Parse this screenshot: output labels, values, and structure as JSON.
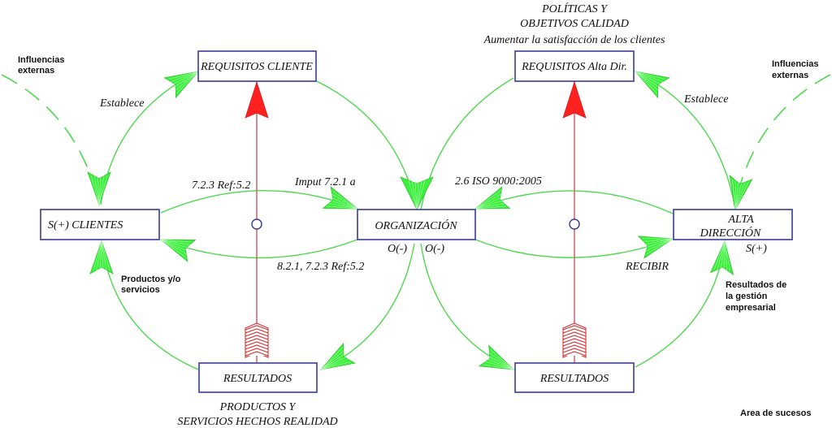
{
  "header": {
    "politicas_line1": "POLÍTICAS Y",
    "politicas_line2": "OBJETIVOS CALIDAD",
    "objective": "Aumentar la satisfacción de los clientes"
  },
  "boxes": {
    "requisitos_cliente": "REQUISITOS CLIENTE",
    "requisitos_alta_dir": "REQUISITOS Alta Dir.",
    "clientes": "S(+) CLIENTES",
    "organizacion": "ORGANIZACIÓN",
    "alta_direccion_line1": "ALTA",
    "alta_direccion_line2": "DIRECCIÓN",
    "resultados_left": "RESULTADOS",
    "resultados_right": "RESULTADOS"
  },
  "labels": {
    "influencias_left_1": "Influencias",
    "influencias_left_2": "externas",
    "influencias_right_1": "Influencias",
    "influencias_right_2": "externas",
    "establece_left": "Establece",
    "establece_right": "Establece",
    "ref_723": "7.2.3 Ref:5.2",
    "imput": "Imput 7.2.1 a",
    "ref_821": "8.2.1, 7.2.3 Ref:5.2",
    "iso": "2.6 ISO 9000:2005",
    "o_minus_left": "O(-)",
    "o_minus_right": "O(-)",
    "s_plus_alta": "S(+)",
    "recibir": "RECIBIR",
    "productos_1": "Productos y/o",
    "productos_2": "servicios",
    "resultados_gestion_1": "Resultados de",
    "resultados_gestion_2": "la gestión",
    "resultados_gestion_3": "empresarial",
    "productos_hechos_1": "PRODUCTOS Y",
    "productos_hechos_2": "SERVICIOS HECHOS REALIDAD",
    "area_sucesos": "Area de sucesos"
  },
  "colors": {
    "flow_green": "#4fd84f",
    "arrow_green": "#3ef03e",
    "requirement_red": "#ff2020",
    "box_border": "#3a3a9a"
  }
}
